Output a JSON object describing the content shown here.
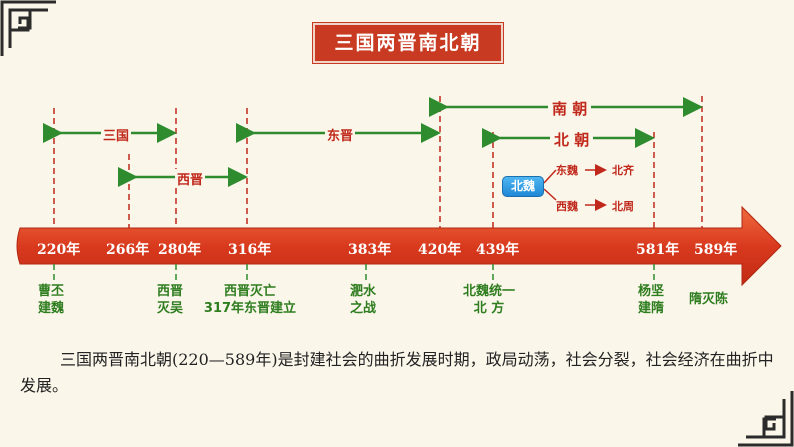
{
  "title": "三国两晋南北朝",
  "periods": {
    "sanguo": "三国",
    "xijin": "西晋",
    "dongjin": "东晋",
    "nanchao": "南 朝",
    "beichao": "北 朝"
  },
  "beiwei": {
    "badge": "北魏",
    "dongwei": "东魏",
    "beiqi": "北齐",
    "xiwei": "西魏",
    "beizhou": "北周"
  },
  "years": [
    "220年",
    "266年",
    "280年",
    "316年",
    "383年",
    "420年",
    "439年",
    "581年",
    "589年"
  ],
  "events": {
    "e220": [
      "曹丕",
      "建魏"
    ],
    "e280": [
      "西晋",
      "灭吴"
    ],
    "e316": [
      "西晋灭亡",
      "317年东晋建立"
    ],
    "e383": [
      "淝水",
      "之战"
    ],
    "e439": [
      "北魏统一",
      "北 方"
    ],
    "e581": [
      "杨坚",
      "建隋"
    ],
    "e589": [
      "隋灭陈"
    ]
  },
  "paragraph": "三国两晋南北朝(220—589年)是封建社会的曲折发展时期，政局动荡，社会分裂，社会经济在曲折中发展。",
  "colors": {
    "arrow": "#d6391f",
    "accent": "#c93a22",
    "green": "#2e8b2e"
  }
}
